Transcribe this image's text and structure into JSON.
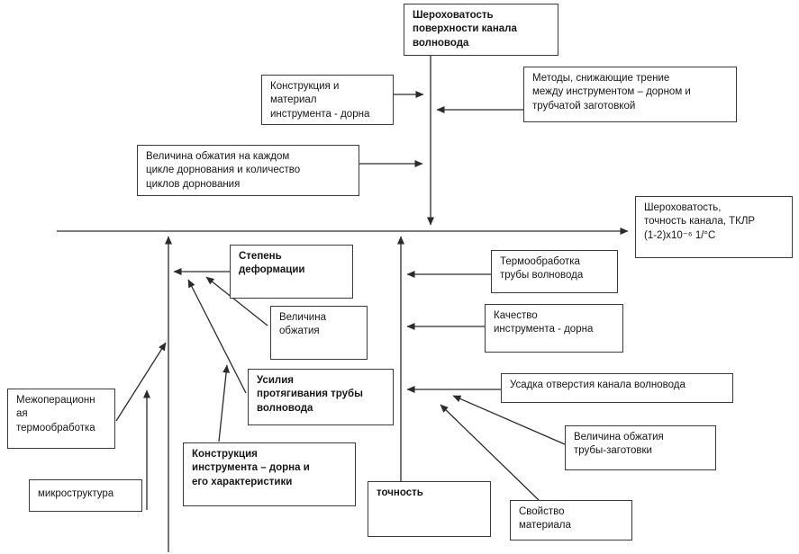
{
  "diagram": {
    "type": "cause-effect-diagram",
    "nodes": {
      "top_effect": "Шероховатость\nповерхности  канала\nволновода",
      "konstrukciya_material": "Конструкция и\nматериал\nинструмента - дорна",
      "metody": "Методы,  снижающие трение\nмежду инструментом – дорном и\nтрубчатой заготовкой",
      "velichina_cikl": "Величина обжатия на каждом\nцикле дорнования и количество\nциклов дорнования",
      "result": "Шероховатость,\nточность канала, ТКЛР\n(1-2)х10⁻⁶ 1/°С",
      "stepen_deformacii": "Степень\nдеформации",
      "termoobrabotka": "Термообработка\nтрубы волновода",
      "velichina_obzhatiya": "Величина\nобжатия",
      "kachestvo_instrumenta": "Качество\nинструмента - дорна",
      "usiliya": "Усилия\nпротягивания  трубы\nволновода",
      "usadka": "Усадка отверстия канала волновода",
      "mezhoperacionnaya": "Межоперационн\nая\nтермообработка",
      "konstrukciya_instrumenta": "Конструкция\nинструмента  – дорна и\nего характеристики",
      "velichina_zagotovki": "Величина обжатия\nтрубы-заготовки",
      "tochnost": "точность",
      "svoystvo_materiala": "Свойство\nматериала",
      "mikrostruktura": "микроструктура"
    },
    "edges": [
      {
        "from": "top_effect",
        "to": "spine"
      },
      {
        "from": "konstrukciya_material",
        "to": "top_effect-branch"
      },
      {
        "from": "metody",
        "to": "top_effect-branch"
      },
      {
        "from": "velichina_cikl",
        "to": "top_effect-branch"
      },
      {
        "from": "spine",
        "to": "result"
      },
      {
        "from": "left-branch",
        "to": "spine"
      },
      {
        "from": "middle-branch",
        "to": "spine"
      },
      {
        "from": "stepen_deformacii",
        "to": "left-branch"
      },
      {
        "from": "velichina_obzhatiya",
        "to": "stepen_deformacii-edge"
      },
      {
        "from": "usiliya",
        "to": "stepen_deformacii-edge"
      },
      {
        "from": "konstrukciya_instrumenta",
        "to": "usiliya-edge"
      },
      {
        "from": "mezhoperacionnaya",
        "to": "left-branch"
      },
      {
        "from": "mikrostruktura",
        "to": "mezhoperacionnaya-edge"
      },
      {
        "from": "termoobrabotka",
        "to": "middle-branch"
      },
      {
        "from": "kachestvo_instrumenta",
        "to": "middle-branch"
      },
      {
        "from": "usadka",
        "to": "middle-branch"
      },
      {
        "from": "velichina_zagotovki",
        "to": "usadka-edge"
      },
      {
        "from": "svoystvo_materiala",
        "to": "usadka-edge"
      },
      {
        "from": "middle-branch",
        "to": "tochnost"
      }
    ],
    "line_color": "#2b2b2b"
  }
}
